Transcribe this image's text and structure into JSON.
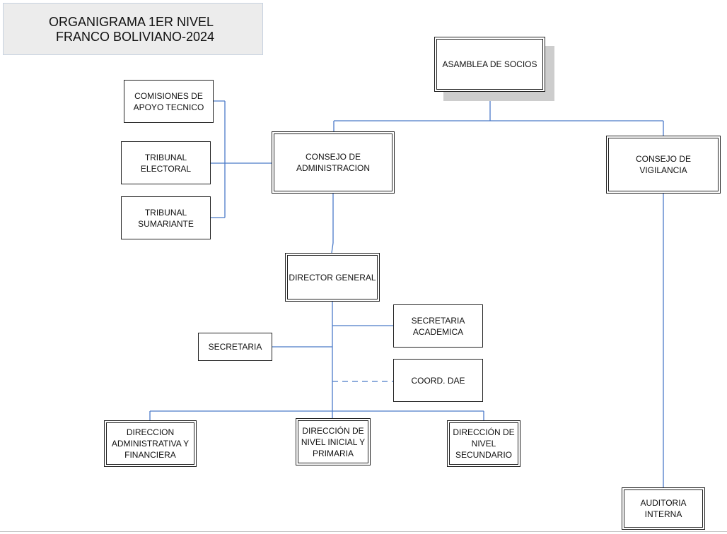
{
  "title": {
    "line1": "ORGANIGRAMA 1ER NIVEL",
    "line2": "FRANCO BOLIVIANO-2024"
  },
  "nodes": {
    "asamblea": "ASAMBLEA DE SOCIOS",
    "comisiones": "COMISIONES DE\nAPOYO TECNICO",
    "tribunal_electoral": "TRIBUNAL\nELECTORAL",
    "tribunal_sumariante": "TRIBUNAL\nSUMARIANTE",
    "consejo_administracion": "CONSEJO DE\nADMINISTRACION",
    "consejo_vigilancia": "CONSEJO DE\nVIGILANCIA",
    "director_general": "DIRECTOR  GENERAL",
    "secretaria_academica": "SECRETARIA\nACADEMICA",
    "secretaria": "SECRETARIA",
    "coord_dae": "COORD. DAE",
    "direccion_administrativa": "DIRECCION\nADMINISTRATIVA Y\nFINANCIERA",
    "direccion_inicial_primaria": "DIRECCIÓN DE\nNIVEL INICIAL Y\nPRIMARIA",
    "direccion_secundario": "DIRECCIÓN DE\nNIVEL\nSECUNDARIO",
    "auditoria": "AUDITORIA\nINTERNA"
  },
  "colors": {
    "connector": "#4a7ac8",
    "title_bg": "#ececec",
    "shadow": "#cdcdcd"
  }
}
